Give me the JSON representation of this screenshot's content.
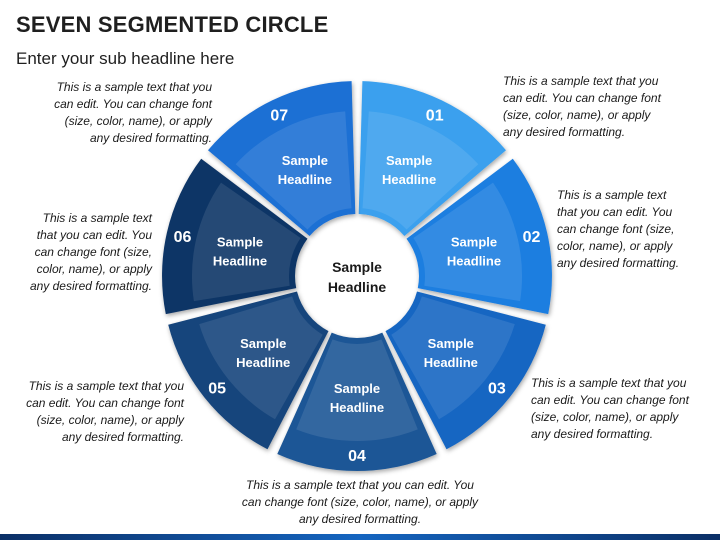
{
  "header": {
    "title": "SEVEN SEGMENTED CIRCLE",
    "subtitle": "Enter your sub headline here"
  },
  "center": {
    "line1": "Sample",
    "line2": "Headline"
  },
  "segments": [
    {
      "number": "01",
      "line1": "Sample",
      "line2": "Headline",
      "color": "#3aa0ee",
      "description": [
        "This is a sample text that you",
        "can edit. You can change font",
        "(size, color, name), or apply",
        "any desired formatting."
      ]
    },
    {
      "number": "02",
      "line1": "Sample",
      "line2": "Headline",
      "color": "#1f7ee0",
      "description": [
        "This is a sample text",
        "that you can edit. You",
        "can change font (size,",
        "color, name), or apply",
        "any desired formatting."
      ]
    },
    {
      "number": "03",
      "line1": "Sample",
      "line2": "Headline",
      "color": "#1466c2",
      "description": [
        "This is a sample text that you",
        "can edit. You can change font",
        "(size, color, name), or apply",
        "any desired formatting."
      ]
    },
    {
      "number": "04",
      "line1": "Sample",
      "line2": "Headline",
      "color": "#1d5796",
      "description": [
        "This is a sample text that you can edit. You",
        "can change font (size, color, name), or apply",
        "any desired formatting."
      ]
    },
    {
      "number": "05",
      "line1": "Sample",
      "line2": "Headline",
      "color": "#17457c",
      "description": [
        "This is a sample text that you",
        "can edit. You can change font",
        "(size, color, name), or apply",
        "any desired formatting."
      ]
    },
    {
      "number": "06",
      "line1": "Sample",
      "line2": "Headline",
      "color": "#0f3566",
      "description": [
        "This is a sample text",
        "that you can edit. You",
        "can change font (size,",
        "color, name), or apply",
        "any desired formatting."
      ]
    },
    {
      "number": "07",
      "line1": "Sample",
      "line2": "Headline",
      "color": "#1c6fd4",
      "description": [
        "This is a sample text that you",
        "can edit. You can change font",
        "(size, color, name), or apply",
        "any desired formatting."
      ]
    }
  ]
}
